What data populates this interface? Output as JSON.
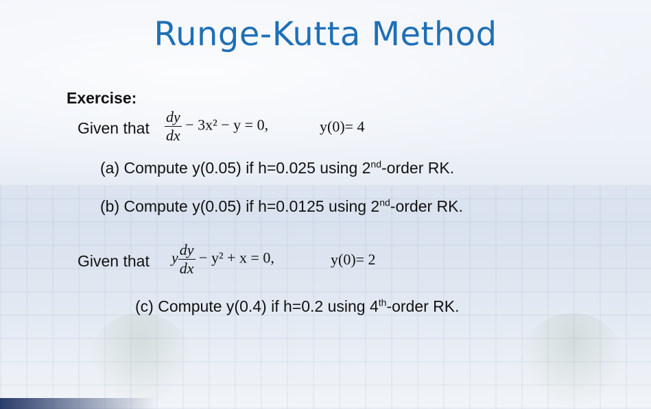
{
  "slide": {
    "title": "Runge-Kutta Method",
    "exercise_heading": "Exercise:",
    "given_label_1": "Given that",
    "eq1": {
      "frac_num": "dy",
      "frac_den": "dx",
      "rest": "− 3x² − y = 0,",
      "initial": "y(0)= 4"
    },
    "items_1": [
      {
        "prefix": "(a)  Compute y(0.05) if h=0.025 using 2",
        "sup": "nd",
        "suffix": "-order RK."
      },
      {
        "prefix": "(b)  Compute y(0.05) if h=0.0125 using 2",
        "sup": "nd",
        "suffix": "-order RK."
      }
    ],
    "given_label_2": "Given that",
    "eq2": {
      "lead": "y",
      "frac_num": "dy",
      "frac_den": "dx",
      "rest": "− y² + x = 0,",
      "initial": "y(0)= 2"
    },
    "item_c": {
      "prefix": "(c)  Compute y(0.4) if h=0.2 using 4",
      "sup": "th",
      "suffix": "-order RK."
    }
  }
}
